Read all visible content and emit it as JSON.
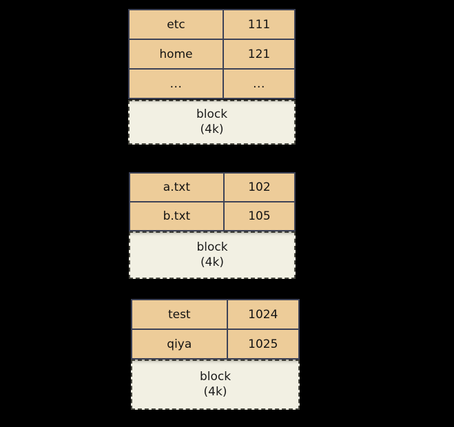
{
  "diagram": {
    "title": "",
    "colors": {
      "background": "#000000",
      "entry_fill": "#EDCC99",
      "entry_border": "#3D4257",
      "block_fill": "#F2F0E3",
      "block_border": "#4a4a42",
      "text": "#121212"
    },
    "groups": [
      {
        "id": "root",
        "rows": [
          {
            "name": "etc",
            "inode": "111"
          },
          {
            "name": "home",
            "inode": "121"
          },
          {
            "name": "...",
            "inode": "..."
          }
        ],
        "block": {
          "line1": "block",
          "line2": "(4k)"
        }
      },
      {
        "id": "etc",
        "rows": [
          {
            "name": "a.txt",
            "inode": "102"
          },
          {
            "name": "b.txt",
            "inode": "105"
          }
        ],
        "block": {
          "line1": "block",
          "line2": "(4k)"
        }
      },
      {
        "id": "home",
        "rows": [
          {
            "name": "test",
            "inode": "1024"
          },
          {
            "name": "qiya",
            "inode": "1025"
          }
        ],
        "block": {
          "line1": "block",
          "line2": "(4k)"
        }
      }
    ]
  }
}
